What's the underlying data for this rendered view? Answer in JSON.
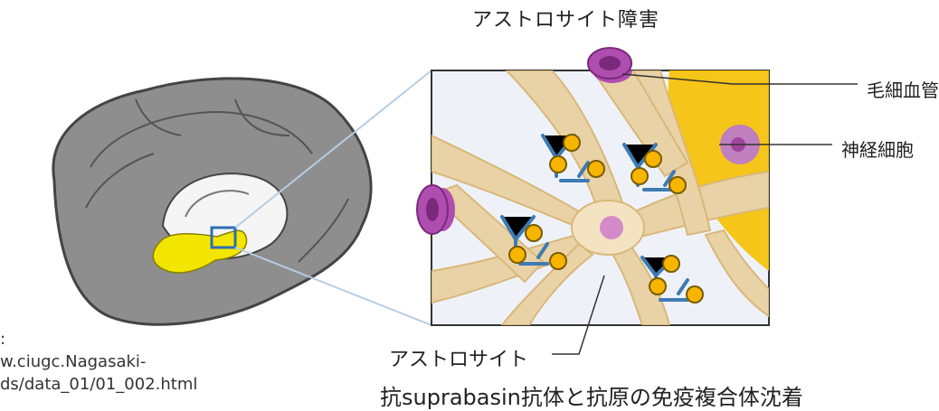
{
  "title": "アストロサイト障害",
  "labels": {
    "capillary": "毛細血管",
    "neuron": "神経細胞",
    "astrocyte": "アストロサイト",
    "complex": "抗suprabasin抗体と抗原の免疫複合体沈着"
  },
  "source": {
    "line1": ":",
    "line2": "w.ciugc.Nagasaki-",
    "line3": "ds/data_01/01_002.html"
  },
  "colors": {
    "highlight": "#f2e600",
    "capillary": "#b04db0",
    "neuron": "#f6c000",
    "astrocyte": "#e9d2a6",
    "antibody": "#3d7bb3",
    "antigen": "#f7b500"
  }
}
